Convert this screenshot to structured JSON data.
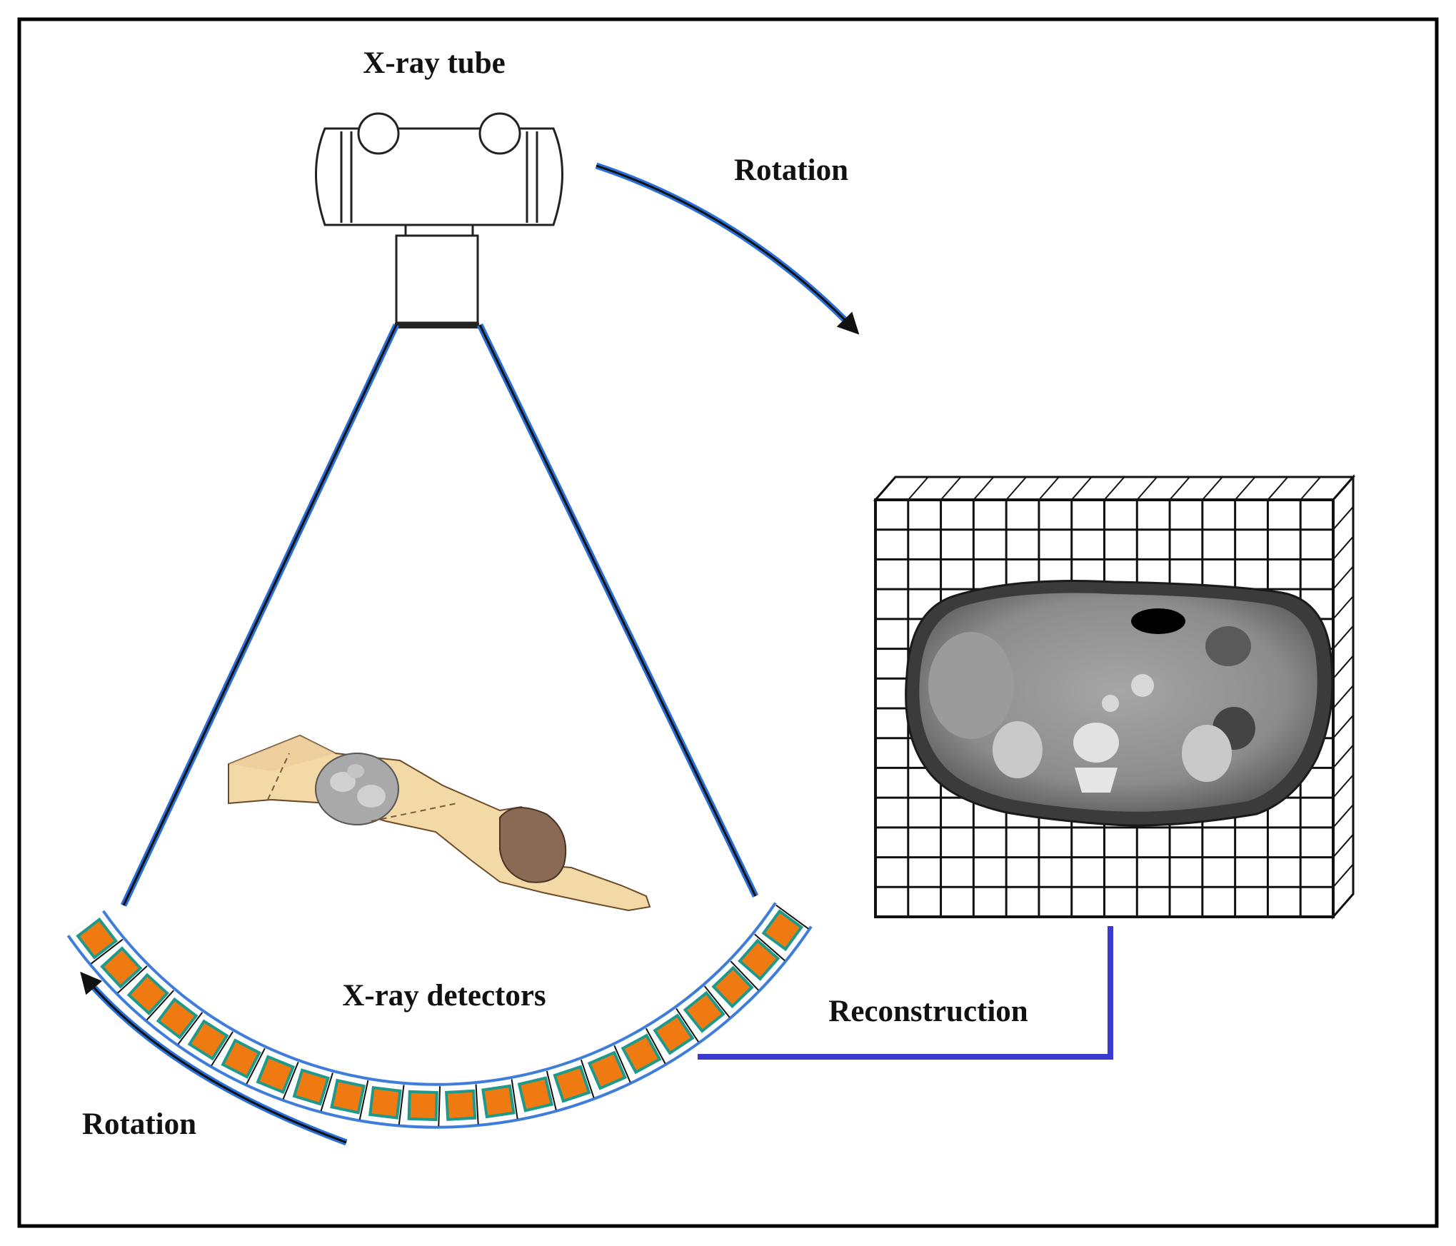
{
  "labels": {
    "xray_tube": "X-ray tube",
    "rotation_top": "Rotation",
    "xray_detectors": "X-ray detectors",
    "rotation_bottom": "Rotation",
    "reconstruction": "Reconstruction"
  },
  "colors": {
    "frame": "#000000",
    "beam_outline": "#2a6fd6",
    "detector_fill": "#f07a12",
    "detector_cell_border": "#1f9a8a",
    "reconstruction_connector": "#3a3ad0",
    "ct_scan_gray": "#8a8a8a"
  },
  "detector_cell_count": 22,
  "reconstruction_grid": {
    "rows": 14,
    "cols": 14
  },
  "icons": [
    "xray-tube-icon",
    "patient-icon",
    "ct-slice-icon",
    "rotation-arrow-icon"
  ]
}
